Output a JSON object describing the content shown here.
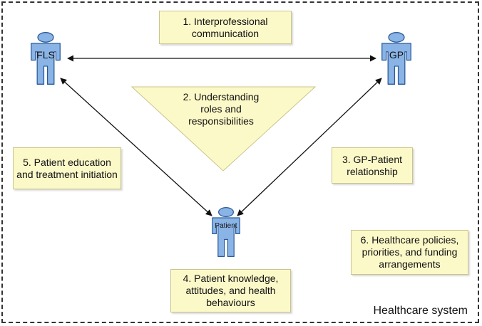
{
  "colors": {
    "box_fill": "#fcf9c9",
    "person_fill": "#8ab4e6",
    "person_stroke": "#2a5a9a",
    "arrow": "#111111"
  },
  "actors": {
    "fls": "FLS",
    "gp": "GP",
    "patient": "Patient"
  },
  "factors": {
    "f1": "1. Interprofessional\ncommunication",
    "f2": "2. Understanding\nroles and\nresponsibilities",
    "f3": "3. GP-Patient\nrelationship",
    "f4": "4. Patient knowledge,\nattitudes, and health\nbehaviours",
    "f5": "5. Patient education\nand treatment initiation",
    "f6": "6. Healthcare policies,\npriorities, and funding\narrangements"
  },
  "system_label": "Healthcare system"
}
